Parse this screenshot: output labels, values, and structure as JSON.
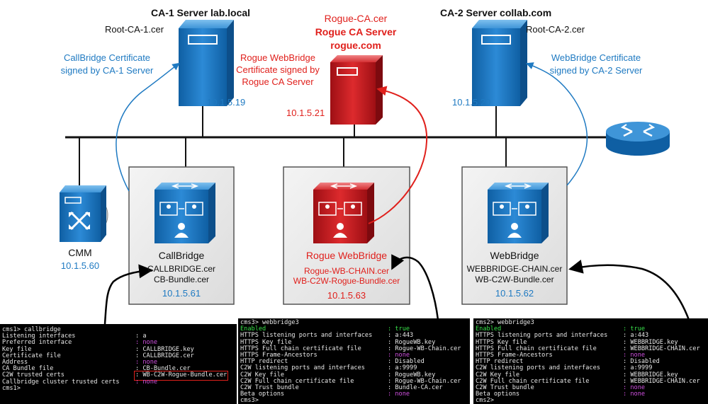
{
  "servers": {
    "ca1": {
      "title": "CA-1 Server lab.local",
      "cert": "Root-CA-1.cer",
      "ip": "10.1.5.19"
    },
    "rogue": {
      "cert": "Rogue-CA.cer",
      "name": "Rogue CA Server",
      "domain": "rogue.com",
      "ip": "10.1.5.21"
    },
    "ca2": {
      "title": "CA-2 Server collab.com",
      "cert": "Root-CA-2.cer",
      "ip": "10.1.5.20"
    }
  },
  "annotations": {
    "callbridge_signed": [
      "CallBridge Certificate",
      "signed by CA-1 Server"
    ],
    "rogue_signed": [
      "Rogue WebBridge",
      "Certificate signed by",
      "Rogue CA Server"
    ],
    "webbridge_signed": [
      "WebBridge Certificate",
      "signed by CA-2 Server"
    ]
  },
  "nodes": {
    "cmm": {
      "label": "CMM",
      "ip": "10.1.5.60"
    },
    "callbridge": {
      "label": "CallBridge",
      "files": [
        "CALLBRIDGE.cer",
        "CB-Bundle.cer"
      ],
      "ip": "10.1.5.61"
    },
    "rogue_webbridge": {
      "label": "Rogue WebBridge",
      "files": [
        "Rogue-WB-CHAIN.cer",
        "WB-C2W-Rogue-Bundle.cer"
      ],
      "ip": "10.1.5.63"
    },
    "webbridge": {
      "label": "WebBridge",
      "files": [
        "WEBBRIDGE-CHAIN.cer",
        "WB-C2W-Bundle.cer"
      ],
      "ip": "10.1.5.62"
    }
  },
  "colors": {
    "blue_device": "#1b78c4",
    "red_device": "#c8161d",
    "annotation_blue": "#1f7ac2",
    "annotation_red": "#e0201c",
    "terminal_bg": "#000000",
    "terminal_green": "#38e04a",
    "terminal_magenta": "#d050e0"
  },
  "terminals": {
    "t1": {
      "rows": [
        {
          "k": "cms1> callbridge",
          "v": "",
          "c": "w"
        },
        {
          "k": "Listening interfaces",
          "v": ": a",
          "c": "w"
        },
        {
          "k": "Preferred interface",
          "v": ": none",
          "c": "m"
        },
        {
          "k": "Key file",
          "v": ": CALLBRIDGE.key",
          "c": "w"
        },
        {
          "k": "Certificate file",
          "v": ": CALLBRIDGE.cer",
          "c": "w"
        },
        {
          "k": "Address",
          "v": ": none",
          "c": "m"
        },
        {
          "k": "CA Bundle file",
          "v": ": CB-Bundle.cer",
          "c": "w"
        },
        {
          "k": "C2W trusted certs",
          "v": ": WB-C2W-Rogue-Bundle.cer",
          "c": "w",
          "hl": true
        },
        {
          "k": "Callbridge cluster trusted certs",
          "v": ": none",
          "c": "m"
        },
        {
          "k": "cms1>",
          "v": "",
          "c": "w"
        }
      ]
    },
    "t2": {
      "rows": [
        {
          "k": "cms3> webbridge3",
          "v": "",
          "c": "w"
        },
        {
          "k": "Enabled",
          "v": ": true",
          "c": "g"
        },
        {
          "k": "HTTPS listening ports and interfaces",
          "v": ": a:443",
          "c": "w"
        },
        {
          "k": "HTTPS Key file",
          "v": ": RogueWB.key",
          "c": "w"
        },
        {
          "k": "HTTPS Full chain certificate file",
          "v": ": Rogue-WB-Chain.cer",
          "c": "w"
        },
        {
          "k": "HTTPS Frame-Ancestors",
          "v": ": none",
          "c": "m"
        },
        {
          "k": "HTTP redirect",
          "v": ": Disabled",
          "c": "w"
        },
        {
          "k": "C2W listening ports and interfaces",
          "v": ": a:9999",
          "c": "w"
        },
        {
          "k": "C2W Key file",
          "v": ": RogueWB.key",
          "c": "w"
        },
        {
          "k": "C2W Full chain certificate file",
          "v": ": Rogue-WB-Chain.cer",
          "c": "w"
        },
        {
          "k": "C2W Trust bundle",
          "v": ": Bundle-CA.cer",
          "c": "w"
        },
        {
          "k": "Beta options",
          "v": ": none",
          "c": "m"
        },
        {
          "k": "cms3>",
          "v": "",
          "c": "w"
        }
      ]
    },
    "t3": {
      "rows": [
        {
          "k": "cms2> webbridge3",
          "v": "",
          "c": "w"
        },
        {
          "k": "Enabled",
          "v": ": true",
          "c": "g"
        },
        {
          "k": "HTTPS listening ports and interfaces",
          "v": ": a:443",
          "c": "w"
        },
        {
          "k": "HTTPS Key file",
          "v": ": WEBBRIDGE.key",
          "c": "w"
        },
        {
          "k": "HTTPS Full chain certificate file",
          "v": ": WEBBRIDGE-CHAIN.cer",
          "c": "w"
        },
        {
          "k": "HTTPS Frame-Ancestors",
          "v": ": none",
          "c": "m"
        },
        {
          "k": "HTTP redirect",
          "v": ": Disabled",
          "c": "w"
        },
        {
          "k": "C2W listening ports and interfaces",
          "v": ": a:9999",
          "c": "w"
        },
        {
          "k": "C2W Key file",
          "v": ": WEBBRIDGE.key",
          "c": "w"
        },
        {
          "k": "C2W Full chain certificate file",
          "v": ": WEBBRIDGE-CHAIN.cer",
          "c": "w"
        },
        {
          "k": "C2W Trust bundle",
          "v": ": none",
          "c": "m"
        },
        {
          "k": "Beta options",
          "v": ": none",
          "c": "m"
        },
        {
          "k": "cms2>",
          "v": "",
          "c": "w"
        }
      ]
    }
  }
}
